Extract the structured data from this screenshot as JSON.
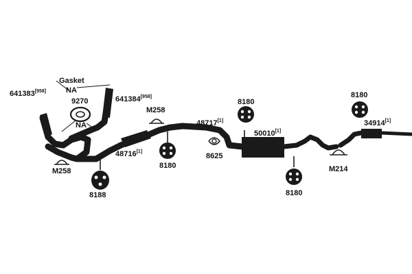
{
  "colors": {
    "ink": "#1a1a1a",
    "background": "#ffffff"
  },
  "labels": {
    "gasket": "Gasket",
    "na_top": "NA",
    "na_mid": "NA",
    "clamp_9270": "9270",
    "pipe_left": "641383",
    "pipe_left_ref": "[958]",
    "pipe_right": "641384",
    "pipe_right_ref": "[958]",
    "clamp_m258_top": "M258",
    "clamp_m258_left": "M258",
    "pipe_48716": "48716",
    "pipe_48716_ref": "[1]",
    "pipe_48717": "48717",
    "pipe_48717_ref": "[1]",
    "muffler_50010": "50010",
    "muffler_50010_ref": "[1]",
    "tail_34914": "34914",
    "tail_34914_ref": "[1]",
    "hanger_8188": "8188",
    "hanger_8180_a": "8180",
    "hanger_8180_b": "8180",
    "hanger_8180_c": "8180",
    "hanger_8180_d": "8180",
    "clamp_8625": "8625",
    "clamp_m214": "M214"
  }
}
